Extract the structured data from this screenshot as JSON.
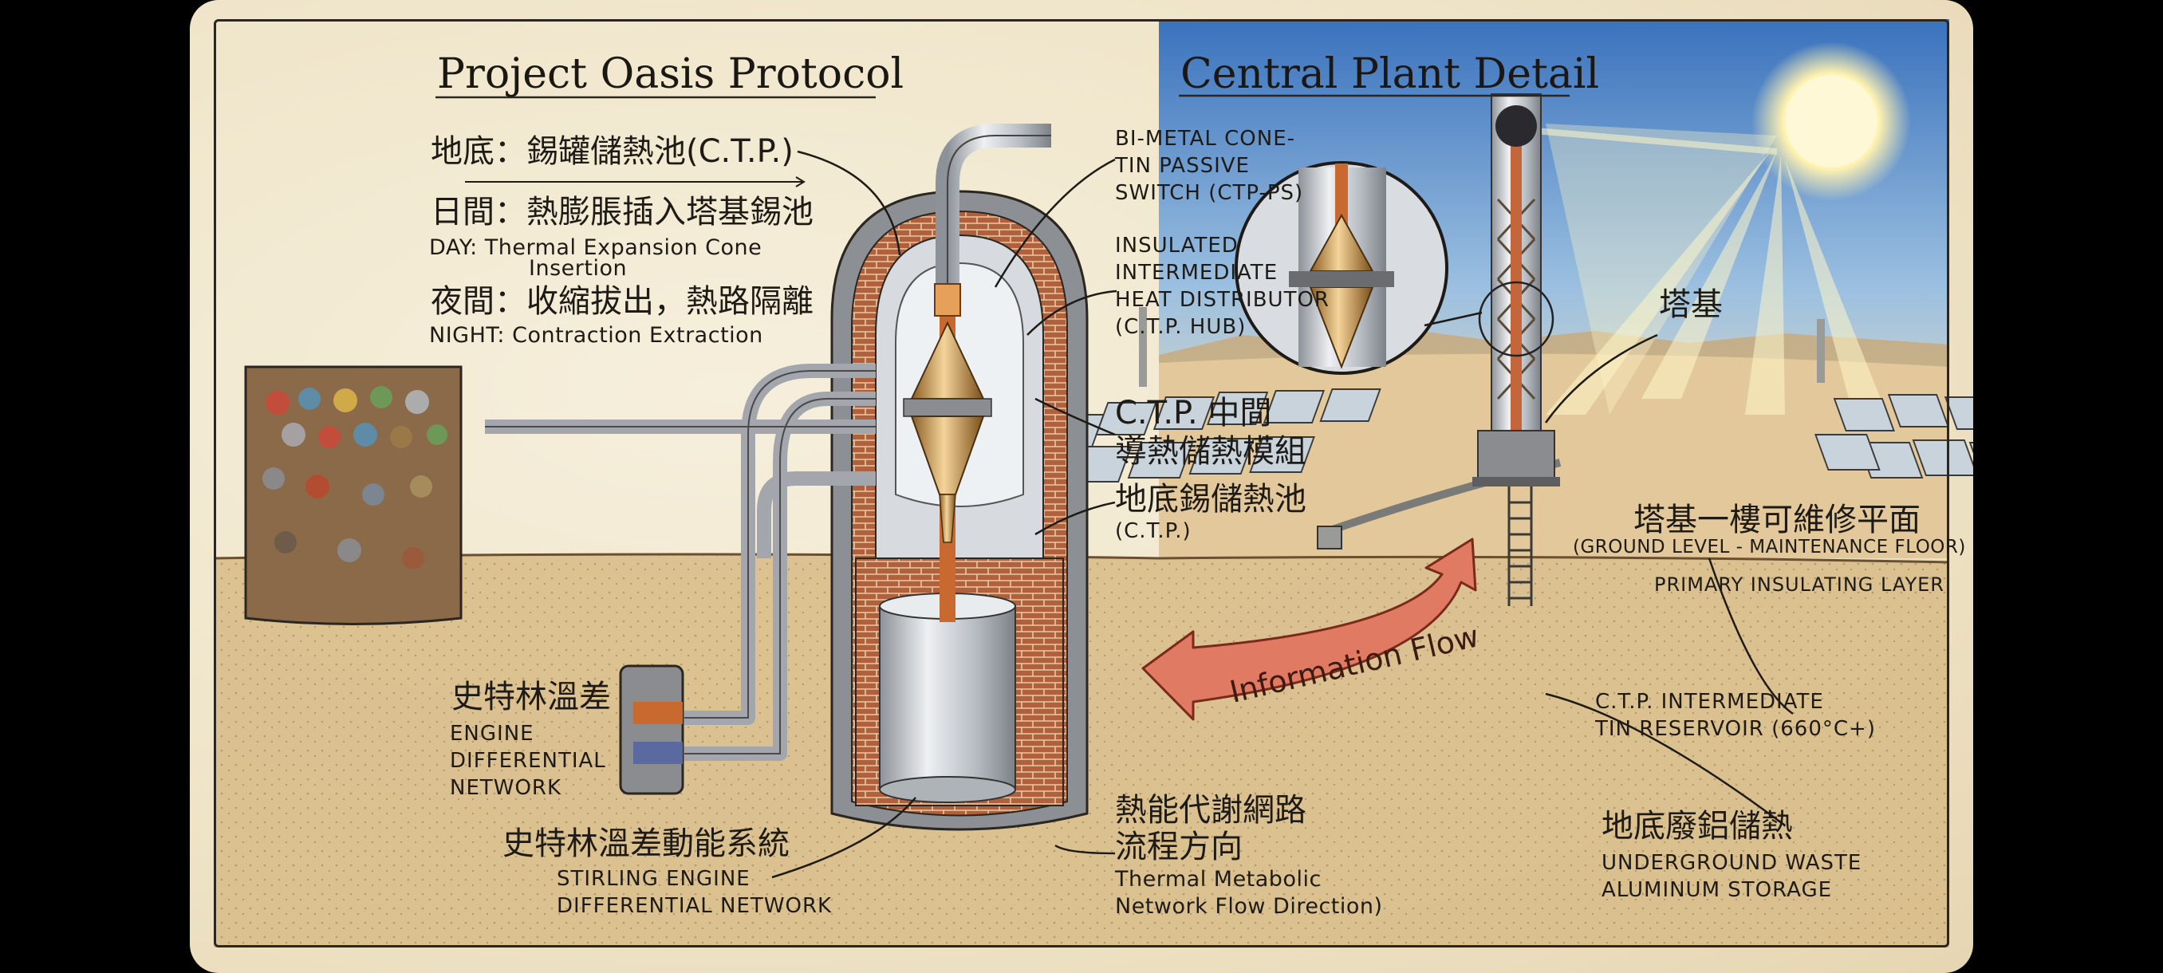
{
  "titles": {
    "left": "Project Oasis Protocol",
    "right": "Central Plant Detail"
  },
  "labels": {
    "ctp_pool": "地底：錫罐儲熱池(C.T.P.)",
    "day_cjk": "日間：熱膨脹插入塔基錫池",
    "day_en_1": "DAY: Thermal Expansion Cone",
    "day_en_2": "Insertion",
    "night_cjk": "夜間：收縮拔出，熱路隔離",
    "night_en": "NIGHT: Contraction Extraction",
    "switch_1": "BI-METAL CONE-",
    "switch_2": "TIN PASSIVE",
    "switch_3": "SWITCH (CTP-PS)",
    "hub_1": "INSULATED",
    "hub_2": "INTERMEDIATE",
    "hub_3": "HEAT DISTRIBUTOR",
    "hub_4": "(C.T.P. HUB)",
    "module_1": "C.T.P. 中間",
    "module_2": "導熱儲熱模組",
    "tin_pool_cjk": "地底錫儲熱池",
    "tin_pool_en": "(C.T.P.)",
    "stirling_net_cjk": "史特林溫差",
    "stirling_net_en_1": "ENGINE",
    "stirling_net_en_2": "DIFFERENTIAL",
    "stirling_net_en_3": "NETWORK",
    "stirling_sys_cjk": "史特林溫差動能系統",
    "stirling_sys_en_1": "STIRLING ENGINE",
    "stirling_sys_en_2": "DIFFERENTIAL NETWORK",
    "metabolic_cjk_1": "熱能代謝網路",
    "metabolic_cjk_2": "流程方向",
    "metabolic_en_1": "Thermal Metabolic",
    "metabolic_en_2": "Network Flow Direction)",
    "info_flow": "Information Flow",
    "tower_base": "塔基",
    "maint_cjk": "塔基一樓可維修平面",
    "maint_en": "(GROUND LEVEL - MAINTENANCE FLOOR)",
    "insulating": "PRIMARY INSULATING LAYER",
    "reservoir_1": "C.T.P. INTERMEDIATE",
    "reservoir_2": "TIN RESERVOIR (660°C+)",
    "waste_cjk": "地底廢鋁儲熱",
    "waste_en_1": "UNDERGROUND WASTE",
    "waste_en_2": "ALUMINUM STORAGE"
  },
  "colors": {
    "ink": "#1e1b17",
    "brick": "#a4522f",
    "sky": "#3d78c0",
    "sun": "#fff6c8",
    "arrow": "#e07a62",
    "ground": "#d9bd8a"
  }
}
